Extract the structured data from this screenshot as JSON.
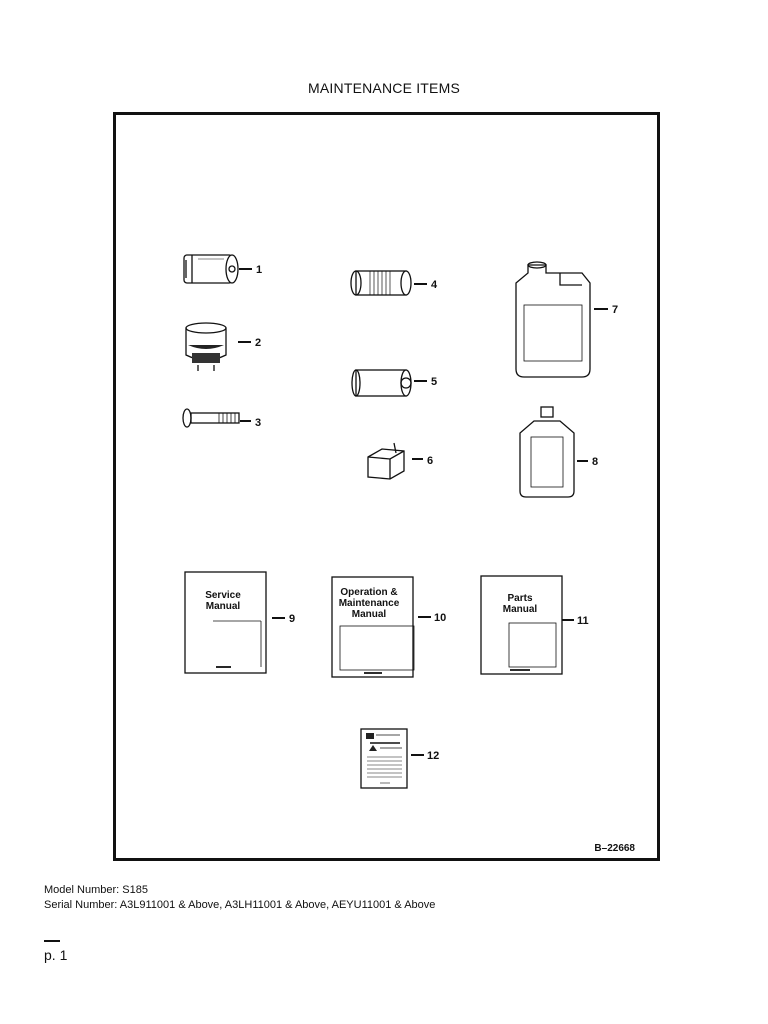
{
  "page": {
    "title": "MAINTENANCE ITEMS",
    "figure_id": "B–22668",
    "model_number": "Model Number: S185",
    "serial_number": "Serial Number: A3L911001 & Above, A3LH11001 & Above, AEYU11001 & Above",
    "page_number": "p. 1"
  },
  "items": [
    {
      "label": "1"
    },
    {
      "label": "2"
    },
    {
      "label": "3"
    },
    {
      "label": "4"
    },
    {
      "label": "5"
    },
    {
      "label": "6"
    },
    {
      "label": "7"
    },
    {
      "label": "8"
    },
    {
      "label": "9"
    },
    {
      "label": "10"
    },
    {
      "label": "11"
    },
    {
      "label": "12"
    }
  ],
  "manuals": {
    "service": [
      "Service",
      "Manual"
    ],
    "operation": [
      "Operation &",
      "Maintenance",
      "Manual"
    ],
    "parts": [
      "Parts",
      "Manual"
    ]
  }
}
